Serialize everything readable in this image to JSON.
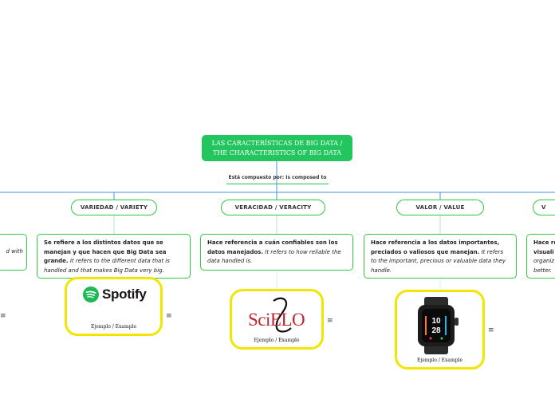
{
  "root": {
    "label": "LAS CARACTERÍSTICAS DE BIG DATA / THE CHARACTERISTICS OF BIG DATA"
  },
  "connector": {
    "label": "Está compuesto por: Is composed to"
  },
  "colors": {
    "green": "#22c55e",
    "line": "#2ecc40",
    "blue_line": "#4a90d9",
    "yellow": "#f2e600"
  },
  "branches": {
    "left_partial": {
      "text_end_1": "d with"
    },
    "variety": {
      "title": "VARIEDAD / VARIETY",
      "desc_bold": "Se refiere a los distintos datos que se manejan y que hacen que Big Data sea grande.",
      "desc_italic": "It refers to the different data that is handled and that makes Big Data very big.",
      "example_image": "Spotify",
      "example_caption": "Ejemplo / Example"
    },
    "veracity": {
      "title": "VERACIDAD / VERACITY",
      "desc_bold": "Hace referencia a cuán confiables son los datos manejados.",
      "desc_italic": "It refers to how reliable the data handled is.",
      "example_image": "SciELO",
      "example_caption": "Ejemplo / Example"
    },
    "value": {
      "title": "VALOR / VALUE",
      "desc_bold": "Hace referencia a los datos importantes, preciados o valiosos que manejan.",
      "desc_italic": "It refers to the important, precious or valuable data they handle.",
      "example_image": "smartwatch",
      "example_caption": "Ejemplo / Example",
      "watch_time_h": "10",
      "watch_time_m": "28"
    },
    "right_partial": {
      "title_start": "V",
      "line1": "Hace re",
      "line2": "visuali",
      "line3": "organiz",
      "line4": "better."
    }
  }
}
